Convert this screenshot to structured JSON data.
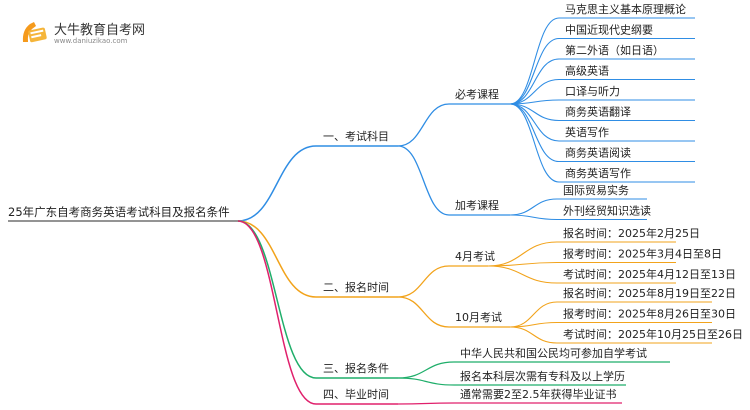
{
  "brand": {
    "name": "大牛教育自考网",
    "url": "www.daniuzikao.com"
  },
  "mindmap": {
    "root": "25年广东自考商务英语考试科目及报名条件",
    "branches": [
      {
        "label": "一、考试科目",
        "color": "#2f8de4",
        "groups": [
          {
            "label": "必考课程",
            "items": [
              "马克思主义基本原理概论",
              "中国近现代史纲要",
              "第二外语（如日语）",
              "高级英语",
              "口译与听力",
              "商务英语翻译",
              "英语写作",
              "商务英语阅读",
              "商务英语写作"
            ]
          },
          {
            "label": "加考课程",
            "items": [
              "国际贸易实务",
              "外刊经贸知识选读"
            ]
          }
        ]
      },
      {
        "label": "二、报名时间",
        "color": "#f2a31b",
        "groups": [
          {
            "label": "4月考试",
            "items": [
              "报名时间：2025年2月25日",
              "报考时间：2025年3月4日至8日",
              "考试时间：2025年4月12日至13日"
            ]
          },
          {
            "label": "10月考试",
            "items": [
              "报名时间：2025年8月19日至22日",
              "报考时间：2025年8月26日至30日",
              "考试时间：2025年10月25日至26日"
            ]
          }
        ]
      },
      {
        "label": "三、报名条件",
        "color": "#1fae6a",
        "items": [
          "中华人民共和国公民均可参加自学考试",
          "报名本科层次需有专科及以上学历"
        ]
      },
      {
        "label": "四、毕业时间",
        "color": "#e0206c",
        "items": [
          "通常需要2至2.5年获得毕业证书"
        ]
      }
    ]
  }
}
